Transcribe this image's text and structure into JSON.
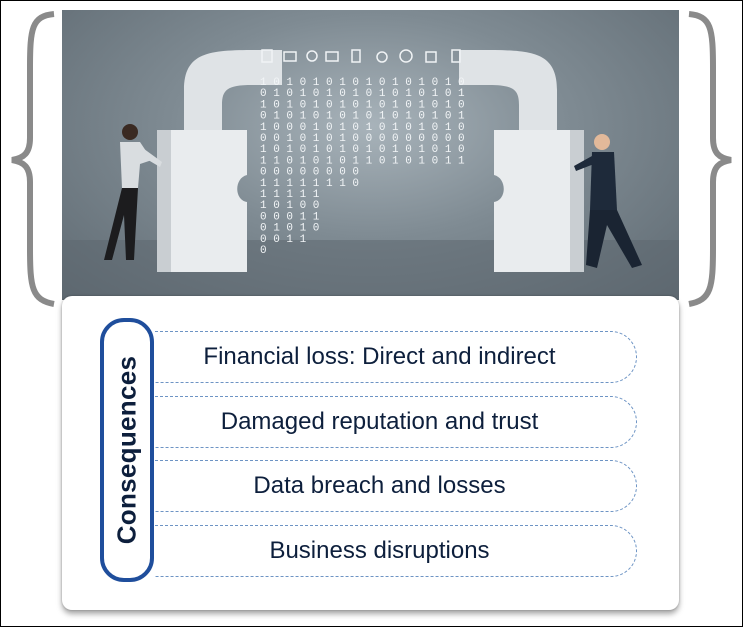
{
  "diagram": {
    "category_label": "Consequences",
    "items": [
      {
        "label": "Financial loss: Direct and indirect"
      },
      {
        "label": "Damaged reputation and trust"
      },
      {
        "label": "Data breach and losses"
      },
      {
        "label": "Business disruptions"
      }
    ]
  },
  "colors": {
    "accent_blue": "#1f4e9c",
    "text_dark": "#0d1f3c",
    "dash_border": "#6d94c4"
  },
  "image": {
    "binary_rows": [
      "1010101010101010",
      "0101010101010101",
      "1010101010101010",
      "0101010101010101",
      "1000101010101010",
      "0010101000000000",
      "1010101010101010",
      "1101010110101011",
      "0 0 0  0 0  0 0 0",
      "1 1 1  1 1  1 1 0",
      "1 1 1  1    1",
      "1 0 1  0    0",
      "0 0 0  1    1",
      "0 1 0  1    0",
      "0 0 1       1",
      "            0"
    ]
  }
}
